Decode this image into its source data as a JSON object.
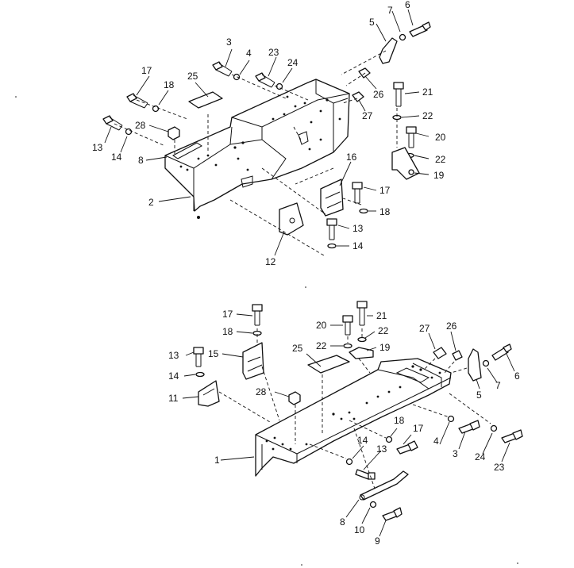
{
  "top_assembly": {
    "labels": {
      "p2": "2",
      "p3": "3",
      "p4": "4",
      "p5": "5",
      "p6": "6",
      "p7": "7",
      "p8": "8",
      "p12": "12",
      "p13a": "13",
      "p13b": "13",
      "p14a": "14",
      "p14b": "14",
      "p16": "16",
      "p17a": "17",
      "p17b": "17",
      "p18a": "18",
      "p18b": "18",
      "p19": "19",
      "p20": "20",
      "p21": "21",
      "p22a": "22",
      "p22b": "22",
      "p23": "23",
      "p24": "24",
      "p25": "25",
      "p26": "26",
      "p27": "27",
      "p28": "28"
    }
  },
  "bottom_assembly": {
    "labels": {
      "p1": "1",
      "p3": "3",
      "p4": "4",
      "p5": "5",
      "p6": "6",
      "p7": "7",
      "p8": "8",
      "p9": "9",
      "p10": "10",
      "p11": "11",
      "p13a": "13",
      "p13b": "13",
      "p14a": "14",
      "p14b": "14",
      "p15": "15",
      "p17a": "17",
      "p17b": "17",
      "p18a": "18",
      "p18b": "18",
      "p19": "19",
      "p20": "20",
      "p21": "21",
      "p22a": "22",
      "p22b": "22",
      "p23": "23",
      "p24": "24",
      "p25": "25",
      "p26": "26",
      "p27": "27",
      "p28": "28"
    }
  }
}
